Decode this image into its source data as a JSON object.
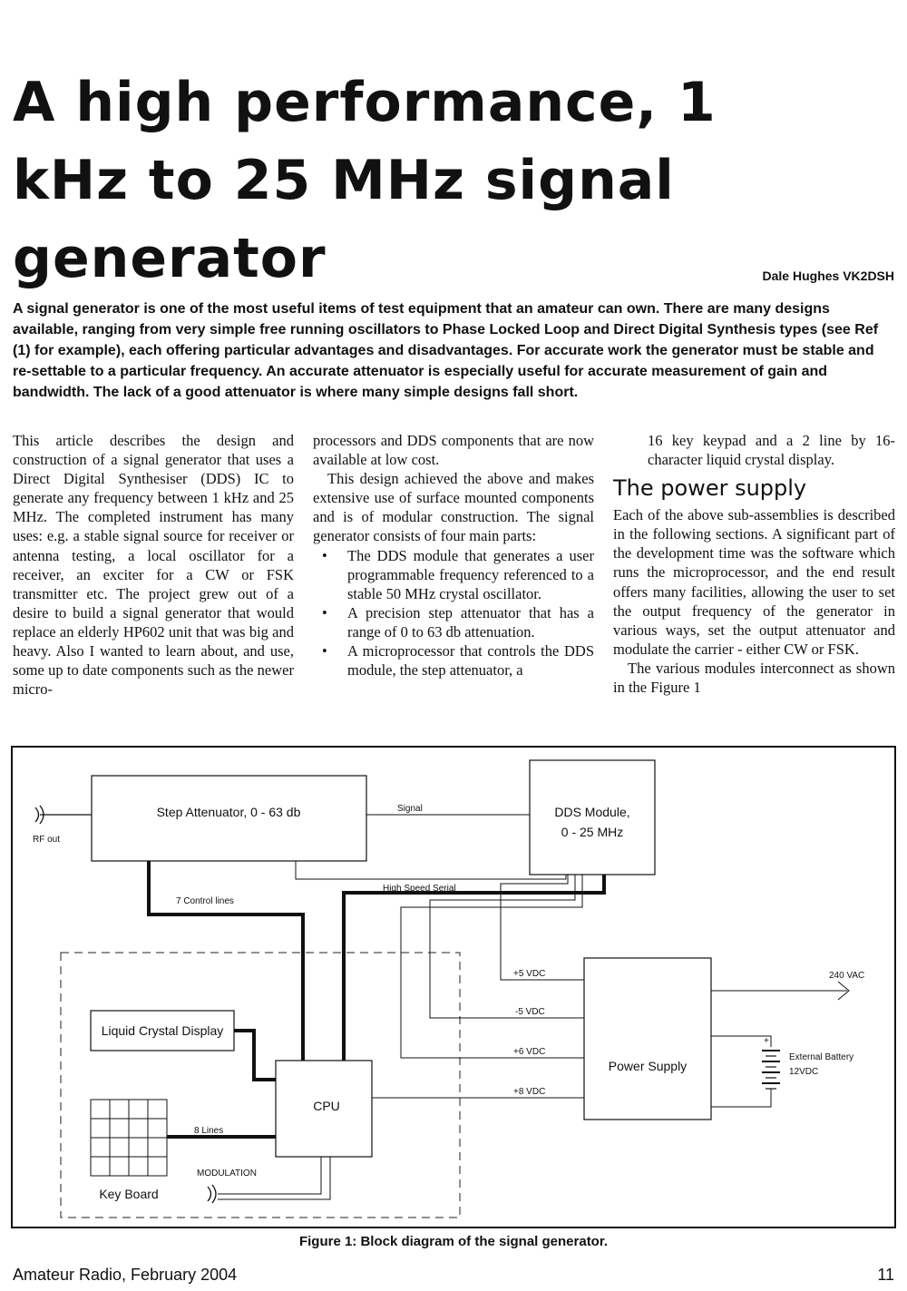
{
  "article": {
    "title": "A high performance, 1 kHz to 25 MHz signal generator",
    "author": "Dale Hughes VK2DSH",
    "lead": "A signal generator is one of the most useful items of test equipment that an amateur can own. There are many designs available, ranging from very simple free running oscillators to Phase Locked Loop and Direct Digital Synthesis types (see Ref (1) for example), each offering particular advantages and disadvantages. For accurate work the generator must be stable and re-settable to a particular frequency. An accurate attenuator is especially useful for accurate measurement of gain and bandwidth. The lack of a good attenuator is where many simple designs fall short."
  },
  "body": {
    "p1": "This article describes the design and construction of a signal generator that uses a Direct Digital Synthesiser (DDS) IC to generate any frequency between 1 kHz and 25 MHz. The completed instrument has many uses: e.g. a stable signal source for receiver or antenna testing, a local oscillator for a receiver, an exciter for a CW or FSK transmitter etc. The project grew out of a desire to build a signal generator that would replace an elderly HP602 unit that was big and heavy. Also I wanted to learn about, and use, some up to date components such as the newer micro-",
    "p1b": "processors and DDS components that are now available at low cost.",
    "p2": "This design achieved the above and makes extensive use of surface mounted components and is of modular construction. The signal generator consists of four main parts:",
    "bullet_symbol": "•",
    "bullets": [
      "The DDS module that generates a user programmable frequency referenced to a stable 50 MHz crystal oscillator.",
      "A precision step attenuator that has a range of 0 to 63 db attenuation.",
      "A microprocessor that controls the DDS module, the step attenuator, a"
    ],
    "bullet3_cont": "16 key keypad and a 2 line by 16-character liquid crystal display.",
    "section_title": "The power supply",
    "p3": "Each of the above sub-assemblies is described in the following sections. A significant part of the development time was the software which runs the microprocessor, and the end result offers many facilities, allowing the user to set the output frequency of the generator in various ways, set the output attenuator and modulate the carrier - either CW or FSK.",
    "p4": "The various modules interconnect as shown in the Figure 1"
  },
  "figure": {
    "caption": "Figure 1: Block diagram of the signal generator.",
    "labels": {
      "rf_out": "RF out",
      "step_attenuator": "Step Attenuator, 0 - 63 db",
      "signal": "Signal",
      "dds_module_1": "DDS Module,",
      "dds_module_2": "0 - 25 MHz",
      "control_lines": "7 Control lines",
      "high_speed_serial": "High Speed Serial",
      "lcd": "Liquid Crystal Display",
      "cpu": "CPU",
      "eight_lines": "8 Lines",
      "modulation": "MODULATION",
      "keyboard": "Key Board",
      "power_supply": "Power Supply",
      "v_plus5": "+5 VDC",
      "v_minus5": "-5 VDC",
      "v_plus6": "+6 VDC",
      "v_plus8": "+8 VDC",
      "ac_240": "240 VAC",
      "ext_battery": "External Battery",
      "battery_12v": "12VDC",
      "plus_sign": "+"
    }
  },
  "footer": {
    "publication": "Amateur Radio, February 2004",
    "page_number": "11"
  }
}
